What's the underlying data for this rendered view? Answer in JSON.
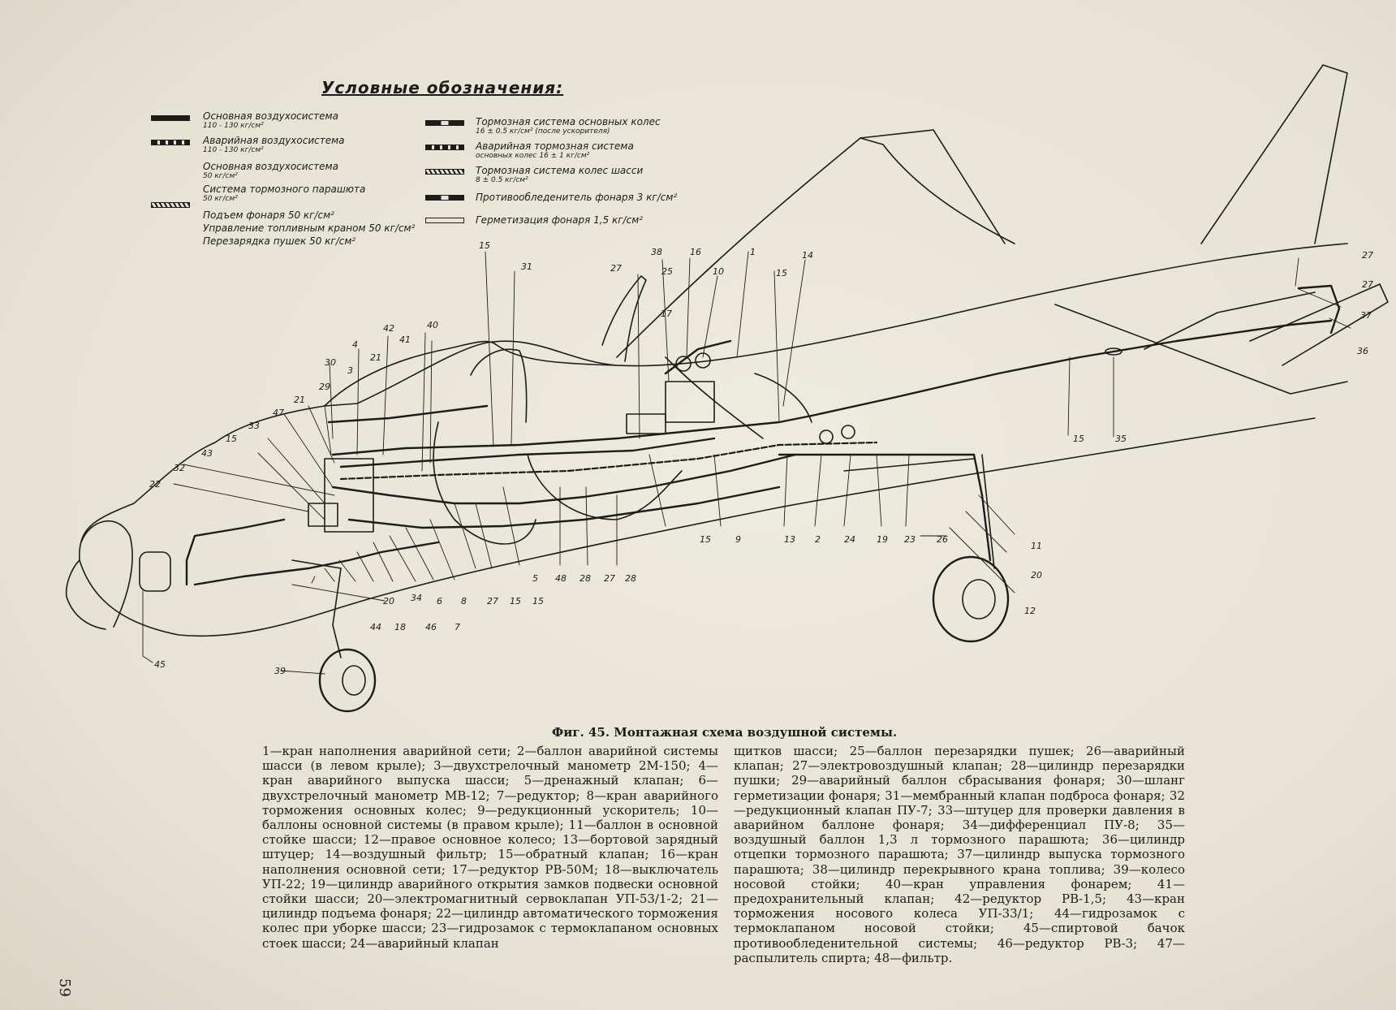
{
  "legend": {
    "title": "Условные обозначения:",
    "items": [
      {
        "id": "main-air",
        "label": "Основная воздухосистема",
        "sub": "110 - 130 кг/см²",
        "symbol": "solid"
      },
      {
        "id": "emergency-air",
        "label": "Аварийная воздухосистема",
        "sub": "110 - 130 кг/см²",
        "symbol": "dash"
      },
      {
        "id": "main-air-50",
        "label": "Основная воздухосистема",
        "sub": "50 кг/см²",
        "symbol": "none"
      },
      {
        "id": "brake-chute",
        "label": "Система тормозного парашюта",
        "sub": "50 кг/см²",
        "symbol": "hatch"
      },
      {
        "id": "canopy-lift",
        "label": "Подъем фонаря 50 кг/см²",
        "sub": "",
        "symbol": "none"
      },
      {
        "id": "fuel-valve",
        "label": "Управление топливным краном 50 кг/см²",
        "sub": "",
        "symbol": "none"
      },
      {
        "id": "gun-recharge",
        "label": "Перезарядка пушек 50 кг/см²",
        "sub": "",
        "symbol": "none"
      },
      {
        "id": "main-wheel-brake",
        "label": "Тормозная система основных колес",
        "sub": "16 ± 0.5 кг/см² (после ускорителя)",
        "symbol": "plug"
      },
      {
        "id": "emergency-brake",
        "label": "Аварийная тормозная система",
        "sub": "основных колес 16 ± 1 кг/см²",
        "symbol": "dash"
      },
      {
        "id": "gear-brake",
        "label": "Тормозная система колес шасси",
        "sub": "8 ± 0.5 кг/см²",
        "symbol": "hatch"
      },
      {
        "id": "deicer",
        "label": "Противообледенитель фонаря 3 кг/см²",
        "sub": "",
        "symbol": "plug"
      },
      {
        "id": "canopy-seal",
        "label": "Герметизация фонаря 1,5 кг/см²",
        "sub": "",
        "symbol": "open"
      }
    ]
  },
  "callouts": {
    "c15a": "15",
    "c31": "31",
    "c27a": "27",
    "c38": "38",
    "c25": "25",
    "c16": "16",
    "c10": "10",
    "c1": "1",
    "c15b": "15",
    "c14": "14",
    "c17": "17",
    "c42": "42",
    "c40": "40",
    "c41": "41",
    "c4": "4",
    "c21a": "21",
    "c3": "3",
    "c30": "30",
    "c29": "29",
    "c21b": "21",
    "c47": "47",
    "c33": "33",
    "c15c": "15",
    "c43": "43",
    "c32": "32",
    "c22": "22",
    "c27b": "27",
    "c27c": "27",
    "c37": "37",
    "c36": "36",
    "c15d": "15",
    "c35": "35",
    "c15e": "15",
    "c9": "9",
    "c13": "13",
    "c2": "2",
    "c24": "24",
    "c19": "19",
    "c23": "23",
    "c26": "26",
    "c11": "11",
    "c20a": "20",
    "c12": "12",
    "c5": "5",
    "c48": "48",
    "c28a": "28",
    "c27d": "27",
    "c28b": "28",
    "c20b": "20",
    "c34": "34",
    "c6": "6",
    "c8": "8",
    "c27e": "27",
    "c15f": "15",
    "c15g": "15",
    "c44": "44",
    "c18": "18",
    "c46": "46",
    "c7": "7",
    "c45": "45",
    "c39": "39"
  },
  "caption": {
    "title": "Фиг. 45. Монтажная схема воздушной системы.",
    "left": "1—кран наполнения аварийной сети; 2—баллон аварийной системы шасси (в левом крыле); 3—двухстрелочный манометр 2М-150; 4—кран аварийного выпуска шасси; 5—дренажный клапан; 6—двухстрелочный манометр МВ-12; 7—редуктор; 8—кран аварийного торможения основных колес; 9—редукционный ускоритель; 10—баллоны основной системы (в правом крыле); 11—баллон в основной стойке шасси; 12—правое основное колесо; 13—бортовой зарядный штуцер; 14—воздушный фильтр; 15—обратный клапан; 16—кран наполнения основной сети; 17—редуктор РВ-50М; 18—выключатель УП-22; 19—цилиндр аварийного открытия замков подвески основной стойки шасси; 20—электромагнитный сервоклапан УП-53/1-2; 21—цилиндр подъема фонаря; 22—цилиндр автоматического торможения колес при уборке шасси; 23—гидрозамок с термоклапаном основных стоек шасси; 24—аварийный клапан",
    "right": "щитков шасси; 25—баллон перезарядки пушек; 26—аварийный клапан; 27—электровоздушный клапан; 28—цилиндр перезарядки пушки; 29—аварийный баллон сбрасывания фонаря; 30—шланг герметизации фонаря; 31—мембранный клапан подброса фонаря; 32—редукционный клапан ПУ-7; 33—штуцер для проверки давления в аварийном баллоне фонаря; 34—дифференциал ПУ-8; 35—воздушный баллон 1,3 л тормозного парашюта; 36—цилиндр отцепки тормозного парашюта; 37—цилиндр выпуска тормозного парашюта; 38—цилиндр перекрывного крана топлива; 39—колесо носовой стойки; 40—кран управления фонарем; 41—предохранительный клапан; 42—редуктор РВ-1,5; 43—кран торможения носового колеса УП-33/1; 44—гидрозамок с термоклапаном носовой стойки; 45—спиртовой бачок противообледенительной системы; 46—редуктор РВ-3; 47—распылитель спирта; 48—фильтр."
  },
  "page_number": "59"
}
